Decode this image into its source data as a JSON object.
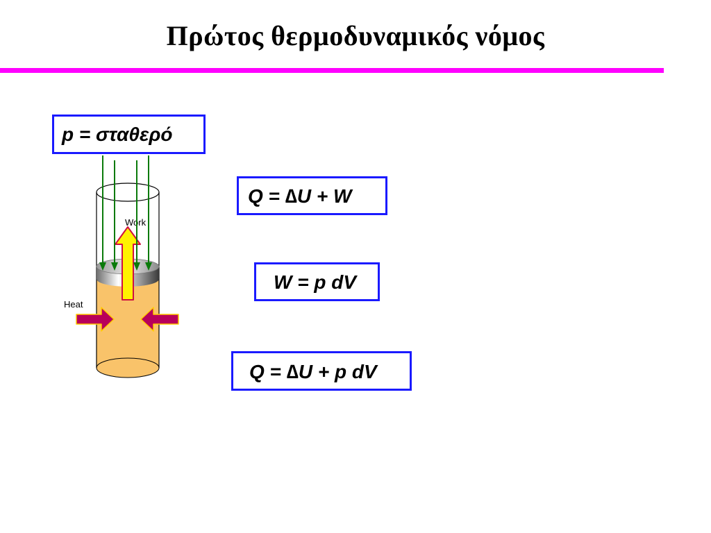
{
  "slide": {
    "title": "Πρώτος θερμοδυναμικός νόμος"
  },
  "diagram": {
    "work_label": "Work",
    "heat_label": "Heat"
  },
  "equations": {
    "pressure": "p = σταθερό",
    "first_law": "Q = ∆U + W",
    "work": "W = p dV",
    "combined": "Q = ∆U + p dV"
  },
  "colors": {
    "title_rule": "#ff00ff",
    "box_border": "#1a1aff",
    "gas_fill": "#f9c36a",
    "force_arrows": "#0a7a0a",
    "heat_arrows": "#b8005a",
    "work_arrow": "#fff200"
  }
}
